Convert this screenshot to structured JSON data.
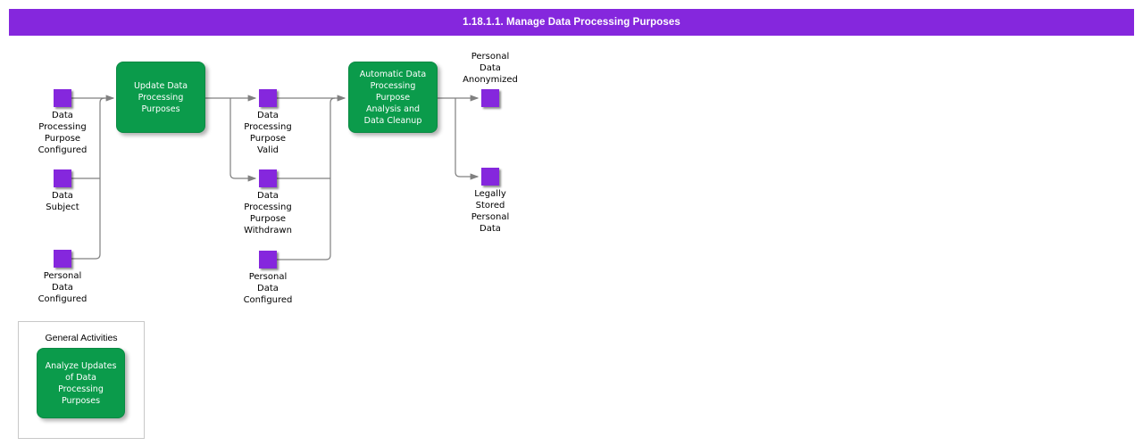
{
  "title_bar": {
    "title": "1.18.1.1. Manage Data Processing Purposes"
  },
  "colors": {
    "accent_purple": "#8527DD",
    "process_green": "#0B9B4B",
    "connector_gray": "#808080"
  },
  "events": [
    {
      "name": "data-processing-purpose-configured",
      "label": "Data\nProcessing\nPurpose\nConfigured"
    },
    {
      "name": "data-subject",
      "label": "Data\nSubject"
    },
    {
      "name": "personal-data-configured",
      "label": "Personal\nData\nConfigured"
    },
    {
      "name": "data-processing-purpose-valid",
      "label": "Data\nProcessing\nPurpose\nValid"
    },
    {
      "name": "data-processing-purpose-withdrawn",
      "label": "Data\nProcessing\nPurpose\nWithdrawn"
    },
    {
      "name": "personal-data-configured-2",
      "label": "Personal\nData\nConfigured"
    },
    {
      "name": "personal-data-anonymized",
      "label": "Personal\nData\nAnonymized"
    },
    {
      "name": "legally-stored-personal-data",
      "label": "Legally\nStored\nPersonal\nData"
    }
  ],
  "processes": [
    {
      "name": "update-data-processing-purposes",
      "label": "Update Data\nProcessing\nPurposes"
    },
    {
      "name": "automatic-data-processing-purpose-analysis-and-data-cleanup",
      "label": "Automatic Data\nProcessing\nPurpose\nAnalysis and\nData Cleanup"
    },
    {
      "name": "analyze-updates-of-data-processing-purposes",
      "label": "Analyze Updates\nof Data\nProcessing\nPurposes"
    }
  ],
  "general_activities": {
    "title": "General Activities"
  }
}
